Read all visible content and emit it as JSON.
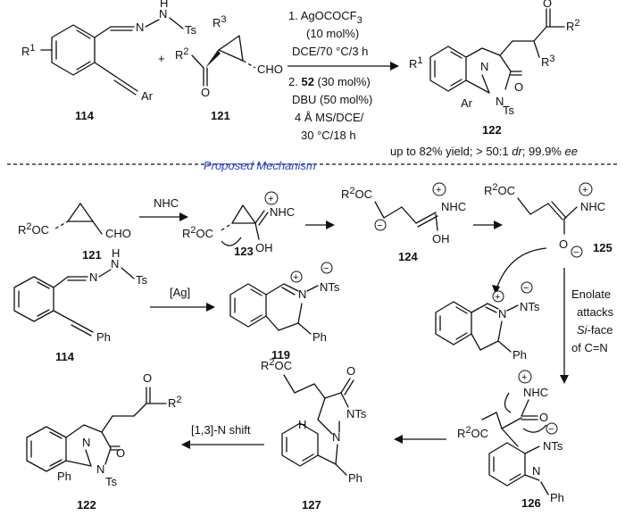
{
  "top_reaction": {
    "cond1": [
      "1. AgOCOCF",
      "(10 mol%)",
      "DCE/70 °C/3 h"
    ],
    "cond1_sub": "3",
    "cond2": [
      "2. ",
      " (30 mol%)",
      "DBU (50 mol%)",
      "4 Å MS/DCE/",
      "30 °C/18 h"
    ],
    "cond2_bold": "52",
    "result": {
      "a": "up to 82% yield; > 50:1 ",
      "dr": "dr",
      "b": "; 99.9% ",
      "ee": "ee"
    },
    "labels": {
      "c114": "114",
      "c121": "121",
      "c122": "122",
      "plus": "+"
    },
    "atoms": {
      "H": "H",
      "N": "N",
      "Ts": "Ts",
      "Ar": "Ar",
      "R1": "R",
      "sup1": "1",
      "R2": "R",
      "sup2": "2",
      "R3": "R",
      "sup3": "3",
      "O": "O",
      "CHO": "CHO"
    }
  },
  "mechanism_title": "Proposed Mechanism",
  "mechanism": {
    "nhc_reagent": "NHC",
    "ag_reagent": "[Ag]",
    "enolate_note": [
      "Enolate",
      "attacks",
      "-face",
      "of C=N"
    ],
    "enolate_italic": "Si",
    "shift_note": "[1,3]-N shift",
    "labels": {
      "c121": "121",
      "c123": "123",
      "c124": "124",
      "c125": "125",
      "c114": "114",
      "c119": "119",
      "c126": "126",
      "c127": "127",
      "c122": "122"
    },
    "fragments": {
      "r2oc": "R",
      "r2oc_sup": "2",
      "r2oc_tail": "OC",
      "nhc": "NHC",
      "oh": "OH",
      "o": "O",
      "ph": "Ph",
      "nts": "NTs",
      "n": "N",
      "ts": "Ts",
      "h": "H",
      "cho": "CHO",
      "plus": "+",
      "minus": "−"
    }
  }
}
